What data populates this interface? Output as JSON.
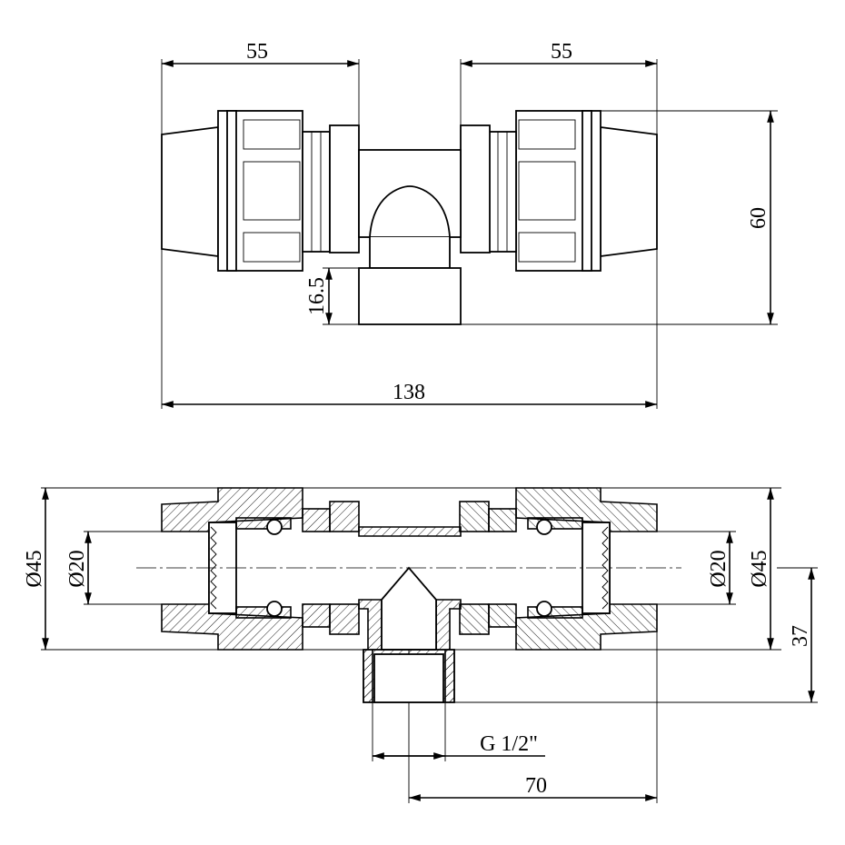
{
  "top_view": {
    "dim_left_length": "55",
    "dim_right_length": "55",
    "dim_height": "60",
    "dim_branch_height": "16.5",
    "dim_total_length": "138"
  },
  "section_view": {
    "dim_outer_diameter_left": "Ø45",
    "dim_pipe_diameter_left": "Ø20",
    "dim_pipe_diameter_right": "Ø20",
    "dim_outer_diameter_right": "Ø45",
    "dim_branch_depth": "37",
    "dim_thread": "G 1/2\"",
    "dim_half_length": "70"
  }
}
